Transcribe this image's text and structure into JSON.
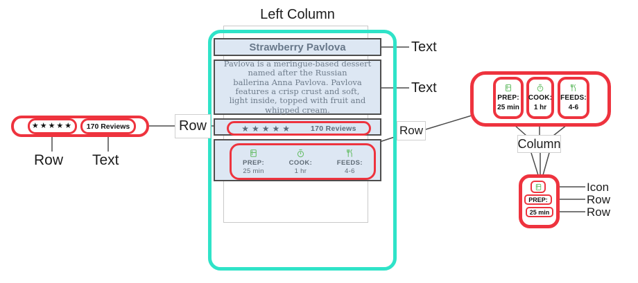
{
  "colors": {
    "column_highlight_cyan": "#2fe3c8",
    "annotation_red": "#ee333e",
    "card_panel_blue": "#dde7f3",
    "icon_green": "#69be6a"
  },
  "card": {
    "header": "Left Column",
    "title": "Strawberry Pavlova",
    "description": "Pavlova is a meringue-based dessert\nnamed after the Russian\nballerina Anna Pavlova. Pavlova\nfeatures a crisp crust and soft,\nlight inside, topped with fruit and\nwhipped cream.",
    "ratings_row": {
      "stars": "★★★★★",
      "reviews_text": "170 Reviews"
    },
    "details_row": [
      {
        "icon": "kitchen-icon",
        "label": "PREP:",
        "value": "25 min"
      },
      {
        "icon": "timer-icon",
        "label": "COOK:",
        "value": "1 hr"
      },
      {
        "icon": "restaurant-icon",
        "label": "FEEDS:",
        "value": "4-6"
      }
    ]
  },
  "left_callout": {
    "stars": "★★★★★",
    "reviews_text": "170 Reviews",
    "row_under_stars": "Row",
    "text_under_reviews": "Text",
    "connector_box": "Row"
  },
  "right_annotations": {
    "title_label": "Text",
    "description_label": "Text",
    "connector_box": "Row"
  },
  "detail_callout": {
    "items": [
      {
        "icon": "kitchen-icon",
        "label": "PREP:",
        "value": "25 min"
      },
      {
        "icon": "timer-icon",
        "label": "COOK:",
        "value": "1 hr"
      },
      {
        "icon": "restaurant-icon",
        "label": "FEEDS:",
        "value": "4-6"
      }
    ],
    "column_box": "Column"
  },
  "item_callout": {
    "label": "PREP:",
    "value": "25 min",
    "icon_annotation": "Icon",
    "label_annotation": "Row",
    "value_annotation": "Row"
  }
}
